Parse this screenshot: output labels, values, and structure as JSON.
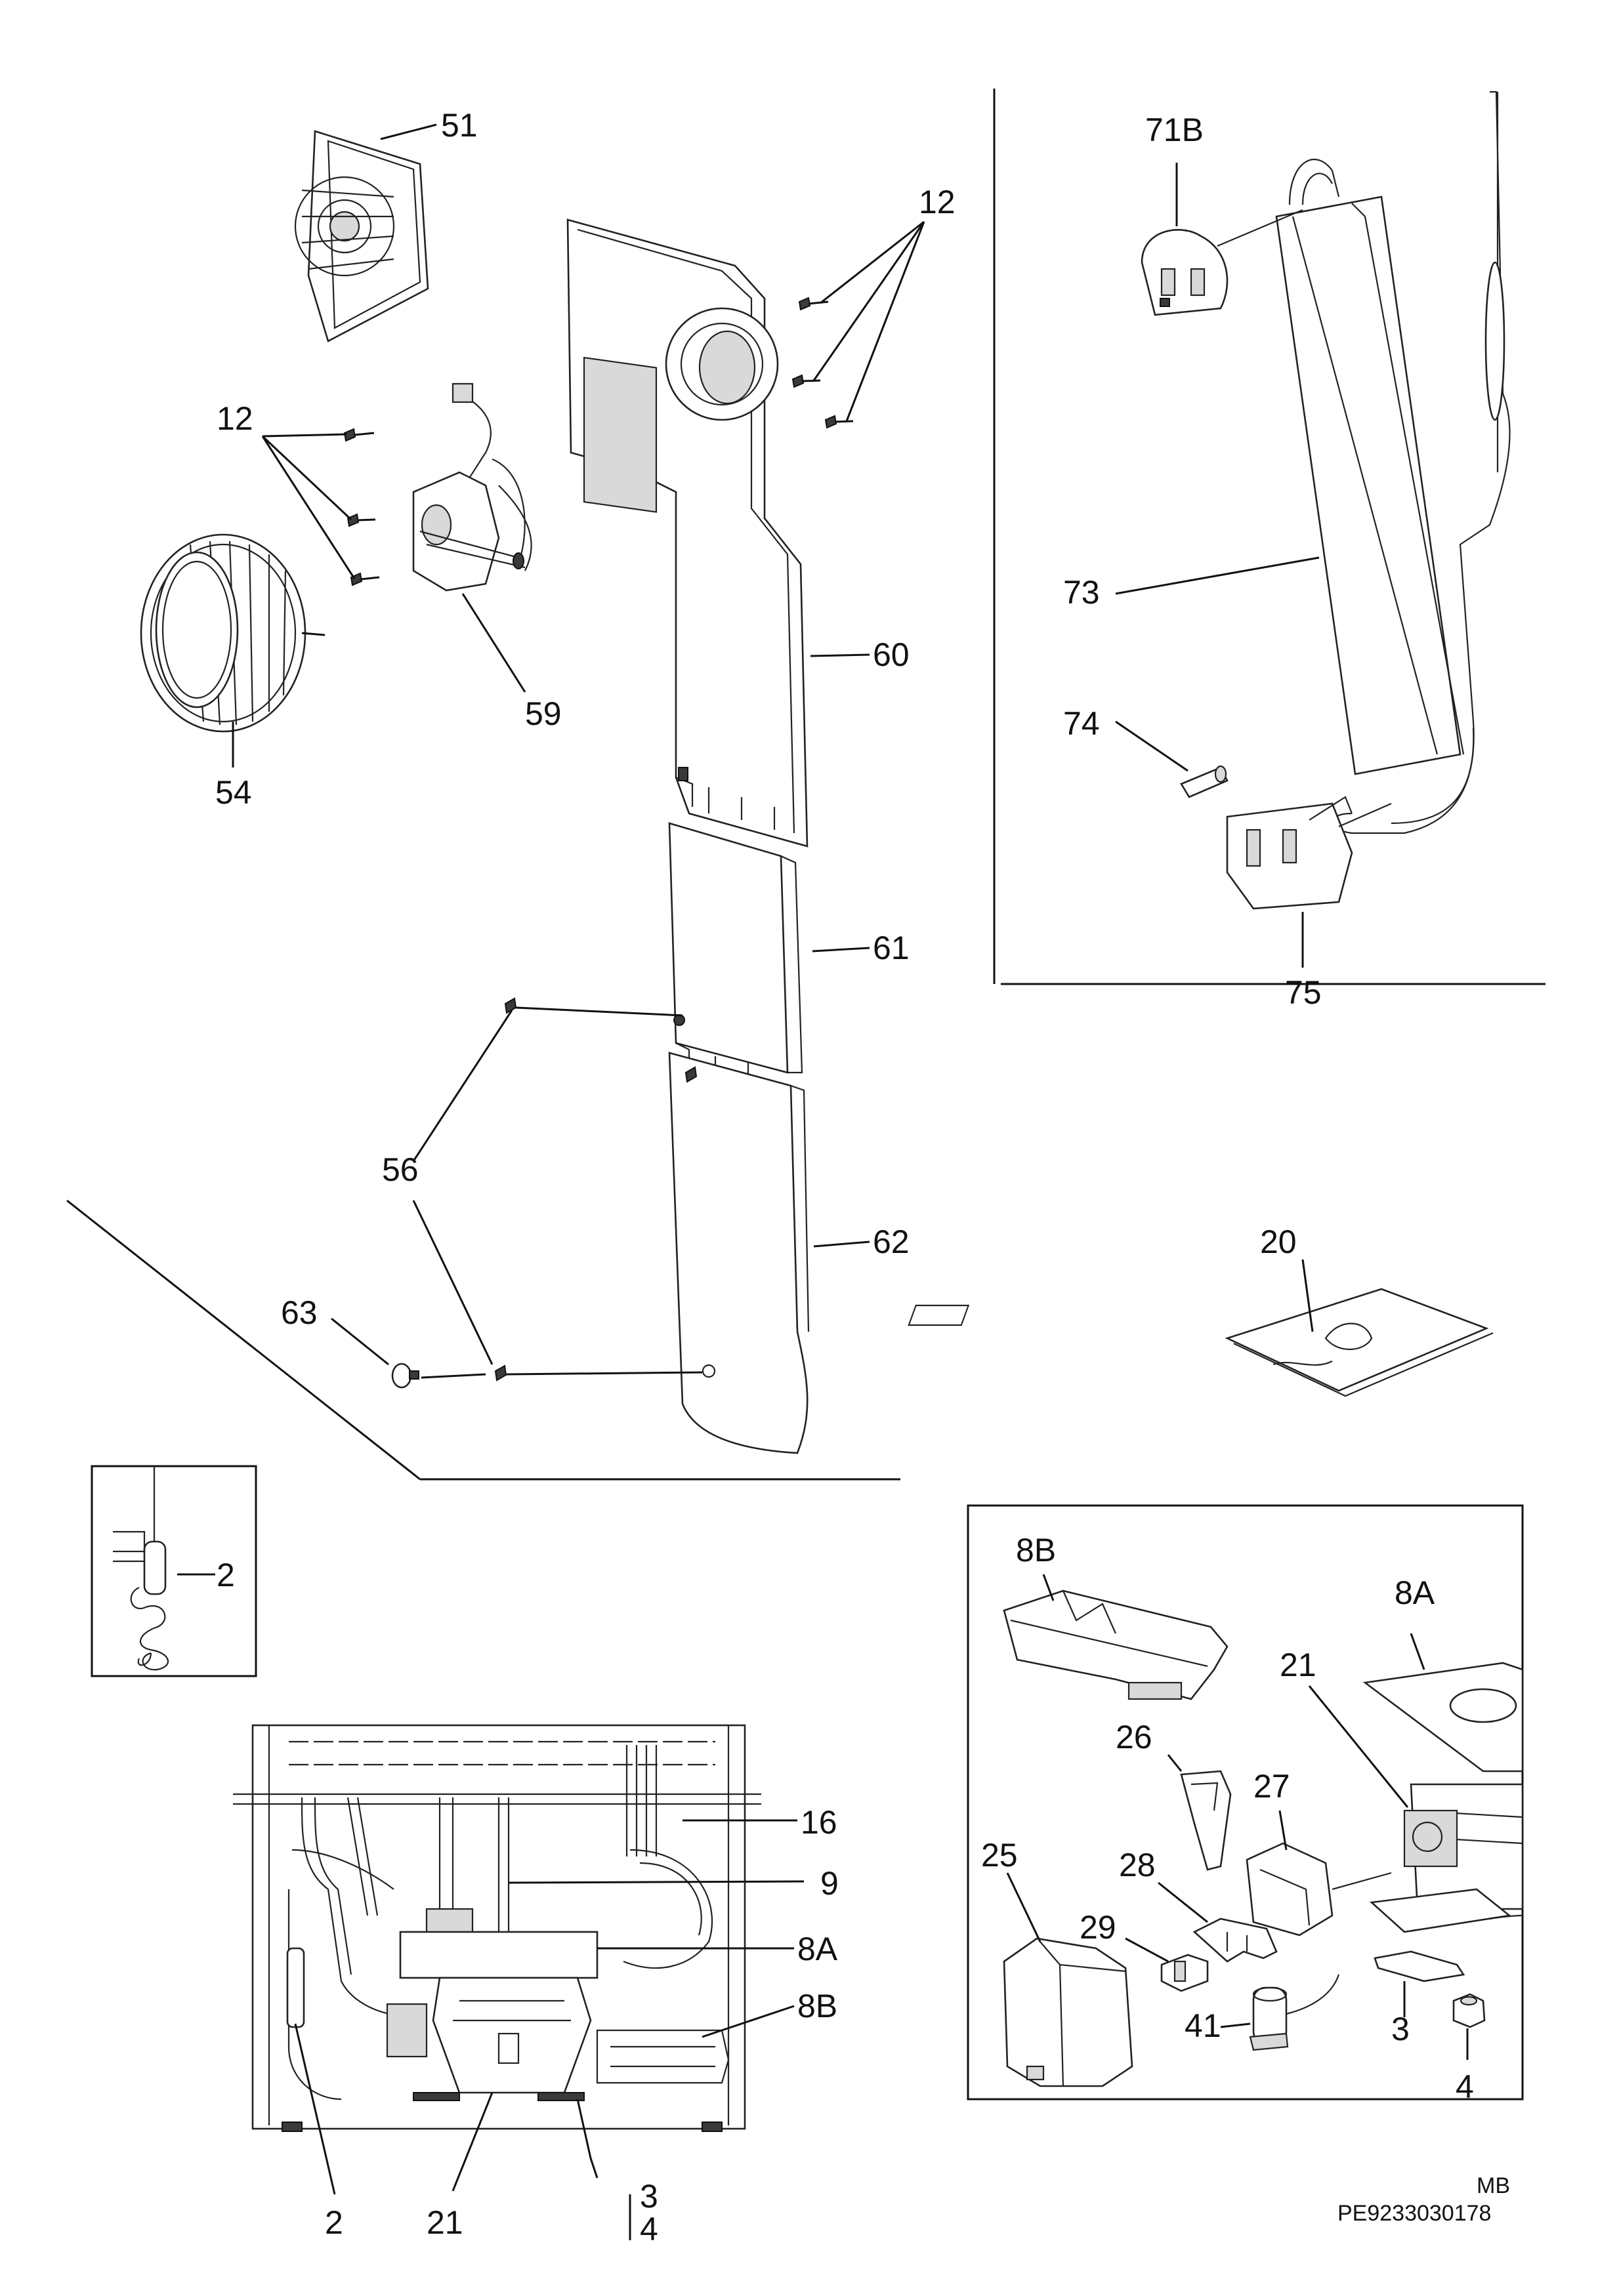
{
  "diagram": {
    "part_labels": {
      "p51": "51",
      "p12a": "12",
      "p12b": "12",
      "p59": "59",
      "p54": "54",
      "p60": "60",
      "p61": "61",
      "p62": "62",
      "p56": "56",
      "p63": "63",
      "p71b": "71B",
      "p73": "73",
      "p74": "74",
      "p75": "75",
      "p20": "20",
      "p2a": "2",
      "p16": "16",
      "p9": "9",
      "p8a": "8A",
      "p8b": "8B",
      "p2b": "2",
      "p21": "21",
      "p3": "3",
      "p4": "4",
      "d8b": "8B",
      "d8a": "8A",
      "d21": "21",
      "d26": "26",
      "d27": "27",
      "d25": "25",
      "d28": "28",
      "d29": "29",
      "d41": "41",
      "d3": "3",
      "d4": "4"
    },
    "footer": {
      "code1": "MB",
      "code2": "PE9233030178"
    }
  }
}
